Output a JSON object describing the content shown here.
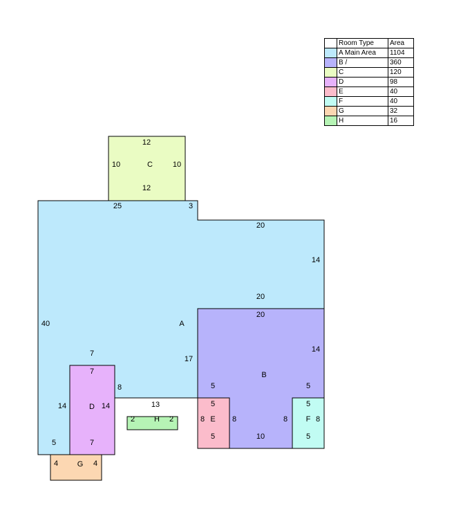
{
  "legend": {
    "header_type": "Room Type",
    "header_area": "Area",
    "rows": [
      {
        "name": "A Main Area",
        "area": "1104",
        "color": "#bde9fc"
      },
      {
        "name": "B /",
        "area": "360",
        "color": "#b7b3fb"
      },
      {
        "name": "C",
        "area": "120",
        "color": "#eafcc3"
      },
      {
        "name": "D",
        "area": "98",
        "color": "#e7b2fb"
      },
      {
        "name": "E",
        "area": "40",
        "color": "#fbbccb"
      },
      {
        "name": "F",
        "area": "40",
        "color": "#c1fcf3"
      },
      {
        "name": "G",
        "area": "32",
        "color": "#fcd7b2"
      },
      {
        "name": "H",
        "area": "16",
        "color": "#b6f4b5"
      }
    ]
  },
  "rooms": {
    "A": {
      "label": "A",
      "dims": [
        "25",
        "3",
        "20",
        "14",
        "20",
        "40",
        "7",
        "17",
        "8",
        "13",
        "5",
        "14"
      ]
    },
    "B": {
      "label": "B",
      "dims": [
        "20",
        "14",
        "5",
        "5",
        "10",
        "8",
        "8"
      ]
    },
    "C": {
      "label": "C",
      "dims": [
        "12",
        "12",
        "10",
        "10"
      ]
    },
    "D": {
      "label": "D",
      "dims": [
        "7",
        "7",
        "14"
      ]
    },
    "E": {
      "label": "E",
      "dims": [
        "5",
        "5",
        "8"
      ]
    },
    "F": {
      "label": "F",
      "dims": [
        "5",
        "5",
        "8"
      ]
    },
    "G": {
      "label": "G",
      "dims": [
        "4",
        "4"
      ]
    },
    "H": {
      "label": "H",
      "dims": [
        "2",
        "2"
      ]
    }
  }
}
